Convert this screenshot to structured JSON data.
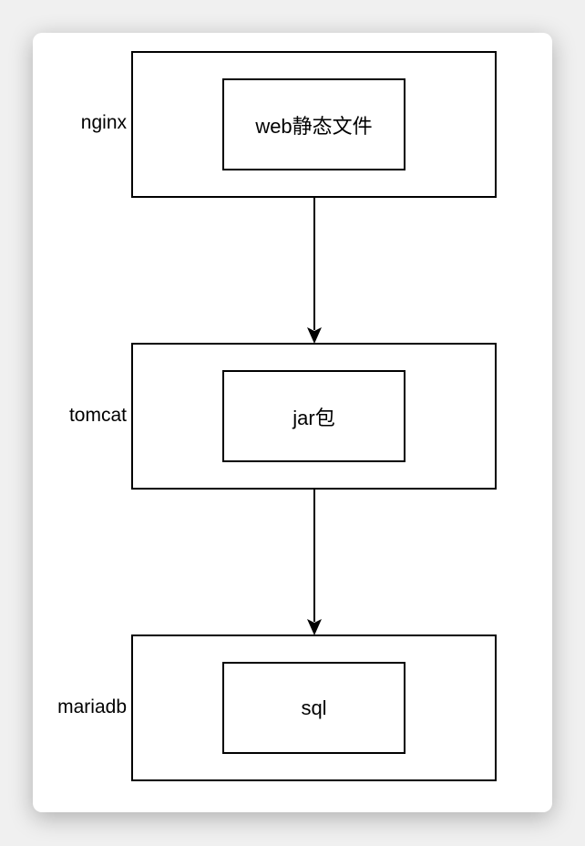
{
  "layers": [
    {
      "label": "nginx",
      "content": "web静态文件"
    },
    {
      "label": "tomcat",
      "content": "jar包"
    },
    {
      "label": "mariadb",
      "content": "sql"
    }
  ]
}
